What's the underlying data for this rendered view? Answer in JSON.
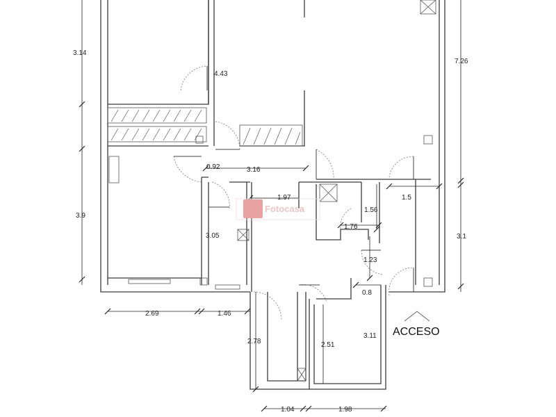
{
  "dimensions": {
    "top_left_height": "3.14",
    "corridor_width": "4.43",
    "right_total_height": "7.26",
    "left_gap": "0.92",
    "mid_width": "3.16",
    "hall_width": "1.97",
    "right_closet_width": "1.5",
    "bottom_left_height": "3.9",
    "hall_height": "3.05",
    "bath_width": "1.56",
    "bath_depth": "1.76",
    "right_lower_height": "3.1",
    "small_gap": "1.23",
    "door_width": "0.8",
    "bottom_left_width": "2.69",
    "bottom_mid_width": "1.46",
    "kitchen_height": "2.78",
    "kitchen_inner_height": "2.51",
    "entry_height": "3.11",
    "bottom_small_width": "1.04",
    "bottom_right_width": "1.98"
  },
  "entrance_label": "ACCESO",
  "watermark_text": "Fotocasa",
  "watermark_logo_color": "#e8a2a2"
}
